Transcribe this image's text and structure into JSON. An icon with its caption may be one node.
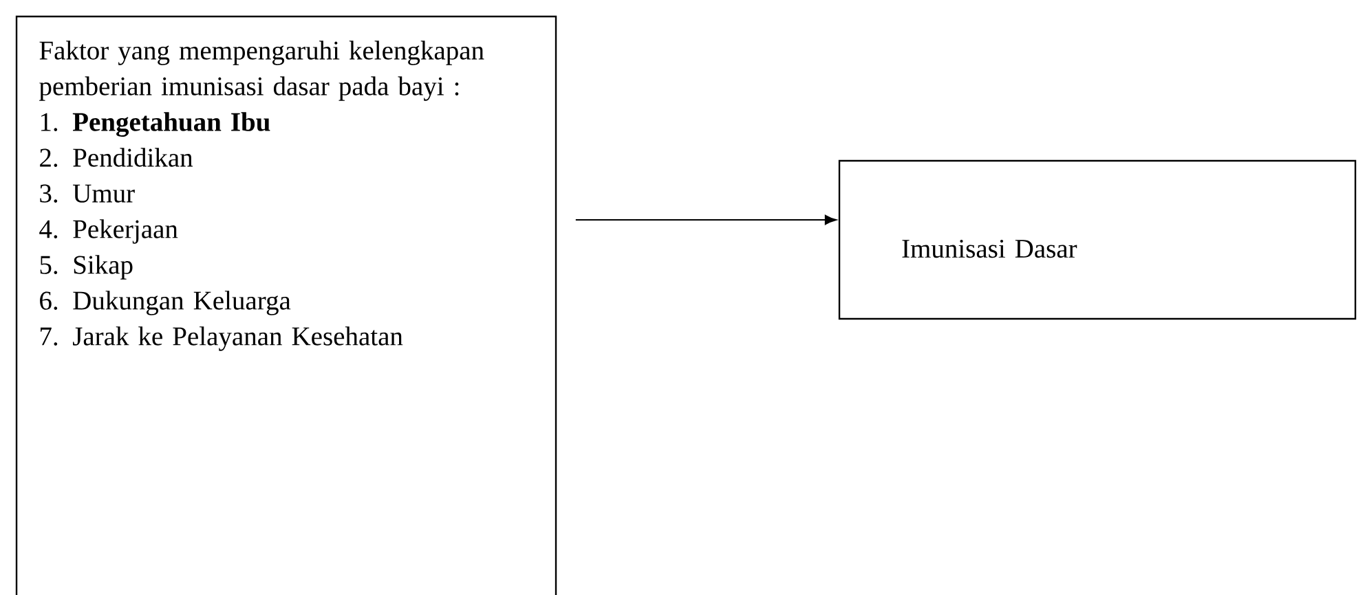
{
  "diagram": {
    "nodes": [
      {
        "text": [
          "Faktor yang mempengaruhi kelengkapan pemberian imunisasi dasar pada bayi :",
          "1. **Pengetahuan Ibu**",
          "2. Pendidikan",
          "3. Umur",
          "4. Pekerjaan",
          "5. Sikap",
          "6. Dukungan Keluarga",
          "7. Jarak ke Pelayanan Kesehatan"
        ]
      },
      {
        "text": [
          "Imunisasi Dasar"
        ]
      }
    ],
    "edges": [
      {
        "from": 0,
        "to": 1,
        "arrow": "to"
      }
    ]
  }
}
